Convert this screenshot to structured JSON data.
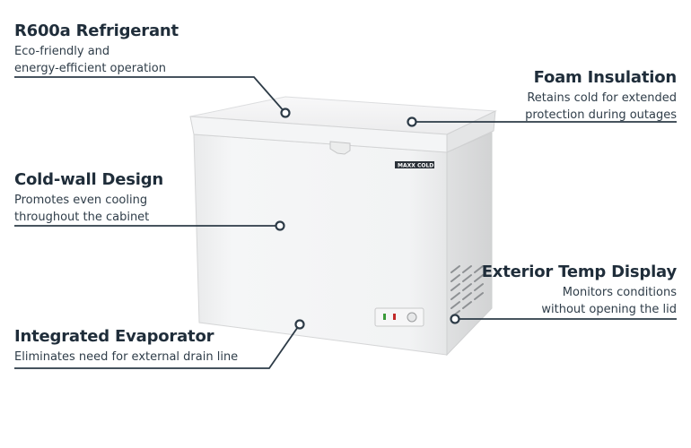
{
  "callouts": {
    "refrigerant": {
      "title": "R600a Refrigerant",
      "line1": "Eco-friendly and",
      "line2": "energy-efficient operation"
    },
    "foam": {
      "title": "Foam Insulation",
      "line1": "Retains cold for extended",
      "line2": "protection during outages"
    },
    "coldwall": {
      "title": "Cold-wall Design",
      "line1": "Promotes even cooling",
      "line2": "throughout the cabinet"
    },
    "tempdisplay": {
      "title": "Exterior Temp Display",
      "line1": "Monitors conditions",
      "line2": "without opening the lid"
    },
    "evaporator": {
      "title": "Integrated Evaporator",
      "line1": "Eliminates need for external drain line"
    }
  },
  "product": {
    "brand_label": "MAXX COLD"
  },
  "colors": {
    "text": "#1f2d3a",
    "leader_line": "#2d3b47",
    "freezer_body": "#f2f3f4"
  }
}
